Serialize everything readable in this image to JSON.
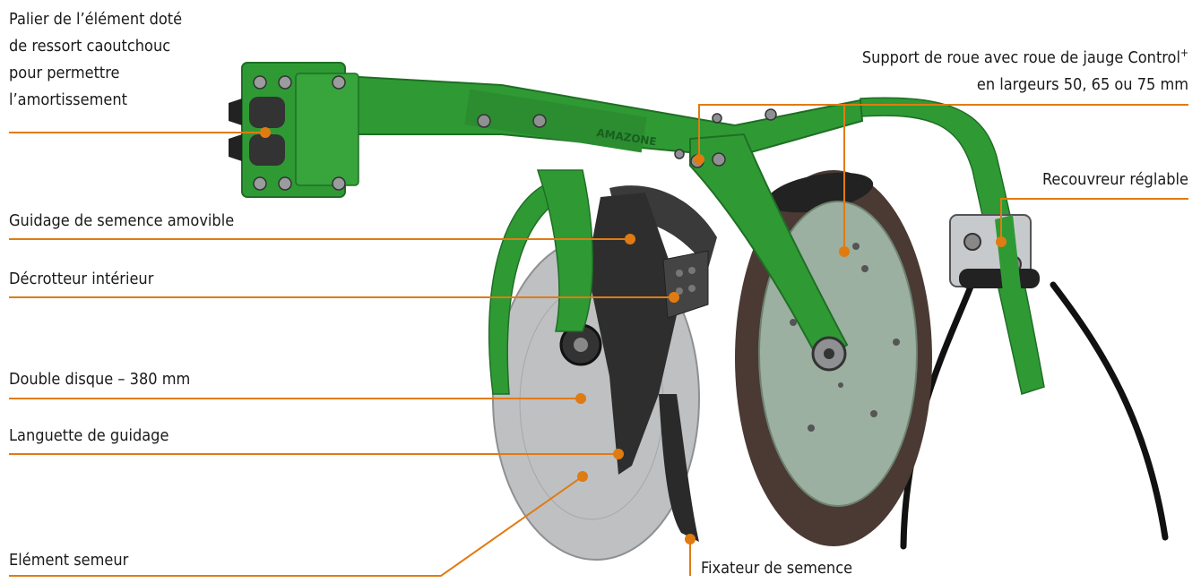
{
  "colors": {
    "accent_line": "#E07B12",
    "frame_green": "#2F9A34",
    "frame_green_dark": "#1F6E25",
    "disc_grey": "#B9BBBD",
    "tire_brown": "#4A3A33",
    "hub_green": "#9BB0A0",
    "parts_dark": "#2E2E2E"
  },
  "labels": {
    "bearing": [
      "Palier de l’élément doté",
      "de ressort caoutchouc",
      "pour permettre",
      "l’amortissement"
    ],
    "wheel_support_line1": "Support de roue avec roue de jauge Control",
    "wheel_support_sup": "+",
    "wheel_support_line2": "en largeurs 50, 65 ou 75 mm",
    "cover": "Recouvreur réglable",
    "seed_guide": "Guidage de semence amovible",
    "scraper": "Décrotteur intérieur",
    "double_disc": "Double disque – 380 mm",
    "guide_tongue": "Languette de guidage",
    "sowing_element": "Elément semeur",
    "seed_fixer": "Fixateur de semence",
    "frame_brand": "AMAZONE"
  },
  "icons": [
    "seeding-unit-illustration"
  ]
}
